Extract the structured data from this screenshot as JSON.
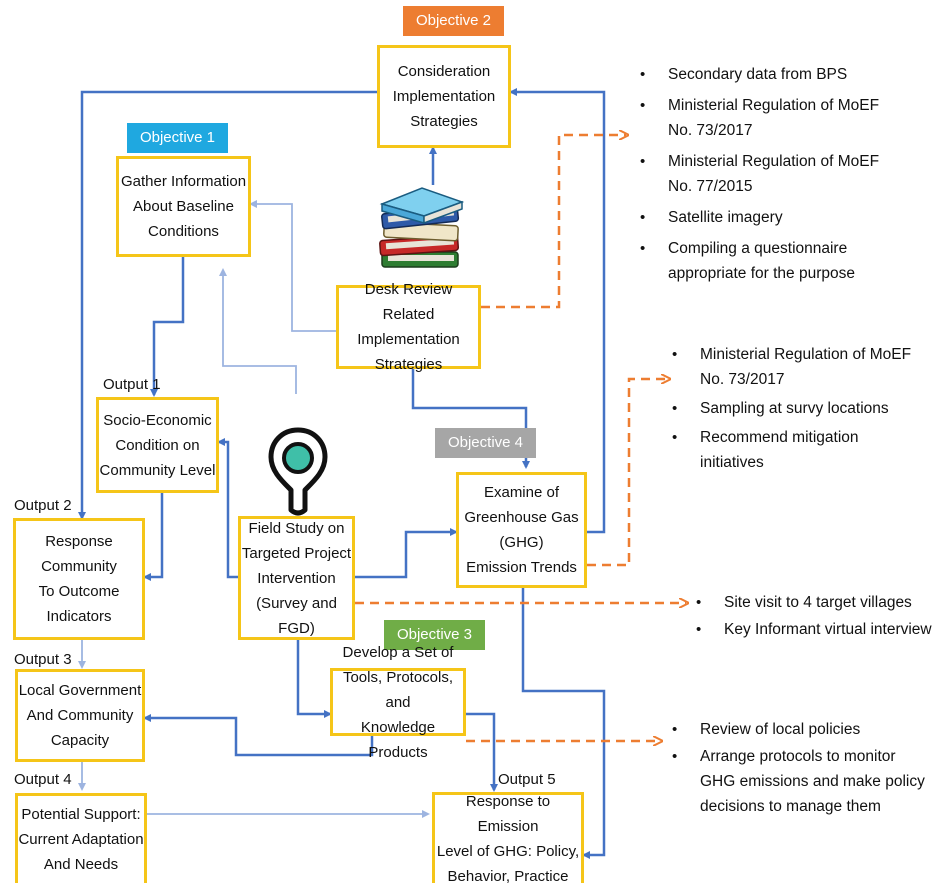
{
  "colors": {
    "box_border": "#f5c518",
    "connector_blue": "#4472c4",
    "connector_light": "#9db4e0",
    "dashed_orange": "#ed7d31",
    "objective1": "#1fa8e0",
    "objective2": "#ed7d31",
    "objective3": "#70ad47",
    "objective4": "#a6a6a6"
  },
  "objectives": {
    "obj1": "Objective 1",
    "obj2": "Objective 2",
    "obj3": "Objective 3",
    "obj4": "Objective 4"
  },
  "outputs": {
    "out1": "Output 1",
    "out2": "Output 2",
    "out3": "Output 3",
    "out4": "Output 4",
    "out5": "Output 5"
  },
  "boxes": {
    "consideration": "Consideration\nImplementation\nStrategies",
    "gather": "Gather Information\nAbout Baseline\nConditions",
    "desk_review": "Desk Review\nRelated Implementation\nStrategies",
    "socio_economic": "Socio-Economic\nCondition on\nCommunity Level",
    "response_community": "Response\nCommunity\nTo Outcome\nIndicators",
    "field_study": "Field Study on\nTargeted Project\nIntervention\n(Survey and FGD)",
    "examine_ghg": "Examine of\nGreenhouse Gas\n(GHG)\nEmission Trends",
    "local_government": "Local Government\nAnd Community\nCapacity",
    "develop_tools": "Develop a Set of\nTools, Protocols, and\nKnowledge Products",
    "potential_support": "Potential Support:\nCurrent Adaptation\nAnd Needs",
    "response_emission": "Response to Emission\nLevel of GHG: Policy,\nBehavior, Practice"
  },
  "notes": {
    "desk_review": [
      "Secondary data from BPS",
      "Ministerial Regulation of MoEF\nNo. 73/2017",
      "Ministerial Regulation of MoEF\nNo. 77/2015",
      "Satellite imagery",
      "Compiling a questionnaire\nappropriate for the purpose"
    ],
    "ghg": [
      "Ministerial Regulation of MoEF\nNo. 73/2017",
      "Sampling at survy locations",
      "Recommend mitigation\ninitiatives"
    ],
    "field_study": [
      "Site visit to 4 target villages",
      "Key Informant virtual interview"
    ],
    "develop_tools": [
      "Review of local policies",
      "Arrange protocols to monitor\nGHG emissions and make policy\ndecisions to manage them"
    ]
  },
  "icons": {
    "books": "books-icon",
    "location": "location-pin-icon"
  }
}
